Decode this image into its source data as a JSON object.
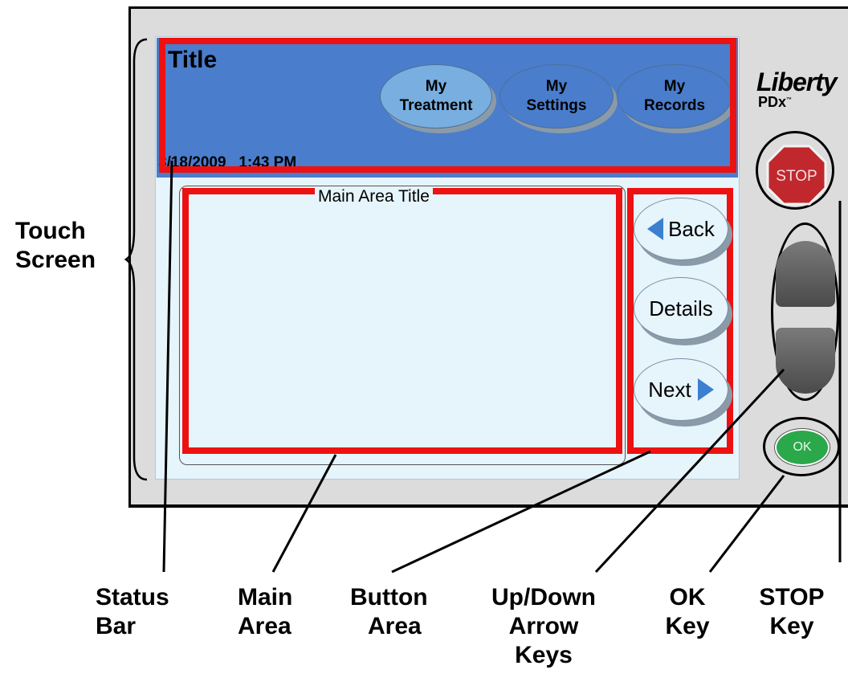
{
  "status_bar": {
    "title": "Title",
    "date_time": "3/18/2009   1:43 PM"
  },
  "tabs": [
    {
      "line1": "My",
      "line2": "Treatment"
    },
    {
      "line1": "My",
      "line2": "Settings"
    },
    {
      "line1": "My",
      "line2": "Records"
    }
  ],
  "main_area": {
    "title": "Main Area Title"
  },
  "buttons": {
    "back": "Back",
    "details": "Details",
    "next": "Next"
  },
  "brand": {
    "name": "Liberty",
    "sub": "PDx"
  },
  "keys": {
    "stop": "STOP",
    "ok": "OK"
  },
  "callouts": {
    "touch_screen": [
      "Touch",
      "Screen"
    ],
    "status_bar": [
      "Status",
      "Bar"
    ],
    "main_area": [
      "Main",
      "Area"
    ],
    "button_area": [
      "Button",
      "Area"
    ],
    "updown_keys": [
      "Up/Down",
      "Arrow",
      "Keys"
    ],
    "ok_key": [
      "OK",
      "Key"
    ],
    "stop_key": [
      "STOP",
      "Key"
    ]
  },
  "colors": {
    "status_bar": "#4a7dcb",
    "screen": "#e6f4fb",
    "highlight": "#ee1111",
    "stop_key": "#c0282e",
    "ok_key": "#2aa84a"
  }
}
